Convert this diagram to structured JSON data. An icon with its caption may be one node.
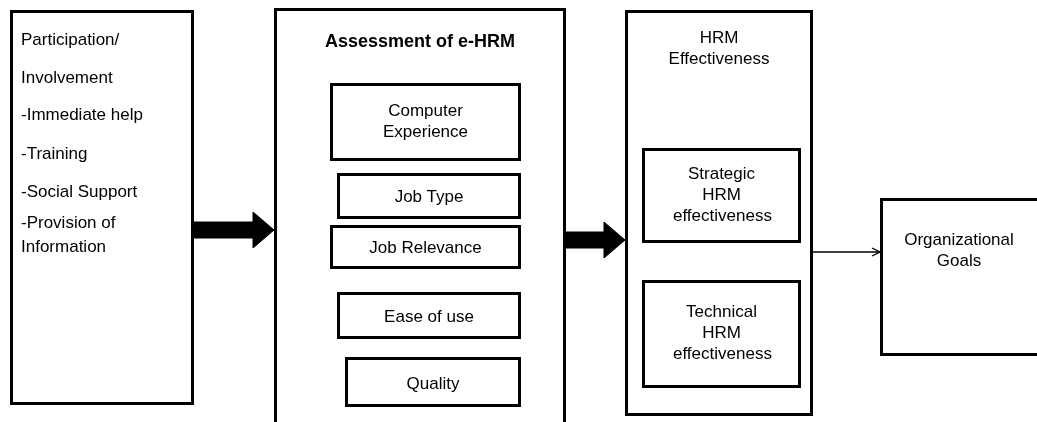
{
  "diagram": {
    "nodes": [
      {
        "text": [
          "Participation/ Involvement",
          "-Immediate help",
          "-Training",
          "-Social Support",
          "-Provision of Information"
        ]
      },
      {
        "text": [
          "Assessment of e-HRM"
        ]
      },
      {
        "text": [
          "Computer Experience"
        ],
        "in": 1
      },
      {
        "text": [
          "Job Type"
        ],
        "in": 1
      },
      {
        "text": [
          "Job Relevance"
        ],
        "in": 1
      },
      {
        "text": [
          "Ease of use"
        ],
        "in": 1
      },
      {
        "text": [
          "Quality"
        ],
        "in": 1
      },
      {
        "text": [
          "HRM Effectiveness"
        ]
      },
      {
        "text": [
          "Strategic HRM effectiveness"
        ],
        "in": 7
      },
      {
        "text": [
          "Technical HRM effectiveness"
        ],
        "in": 7
      },
      {
        "text": [
          "Organizational Goals"
        ]
      }
    ],
    "edges": [
      {
        "from": 0,
        "to": 1,
        "arrow": "to",
        "style": "thick"
      },
      {
        "from": 1,
        "to": 7,
        "arrow": "to",
        "style": "thick"
      },
      {
        "from": 7,
        "to": 10,
        "arrow": "to"
      }
    ]
  }
}
